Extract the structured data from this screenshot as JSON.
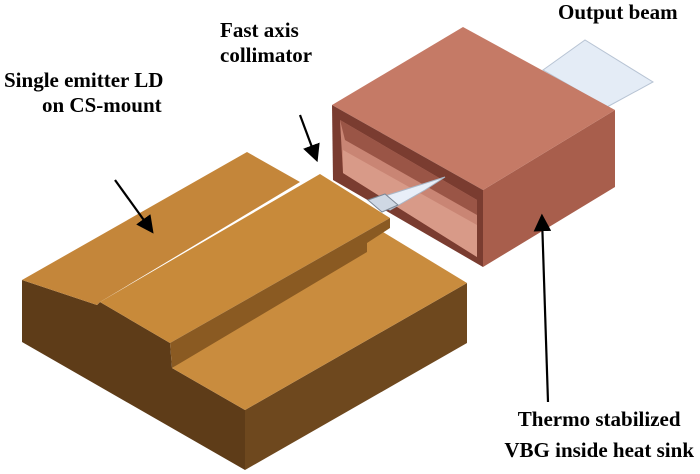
{
  "labels": {
    "output_beam": "Output beam",
    "fast_axis_line1": "Fast axis",
    "fast_axis_line2": "collimator",
    "emitter_line1": "Single emitter LD",
    "emitter_line2": "on CS-mount",
    "vbg_line1": "Thermo stabilized",
    "vbg_line2": "VBG inside heat sink"
  },
  "colors": {
    "mount_top": "#c88a3a",
    "mount_front": "#5e3c18",
    "mount_right": "#6e481e",
    "heat_sink_top": "#c57a66",
    "heat_sink_side": "#b96d5a",
    "beam": "#e4ecf6"
  }
}
